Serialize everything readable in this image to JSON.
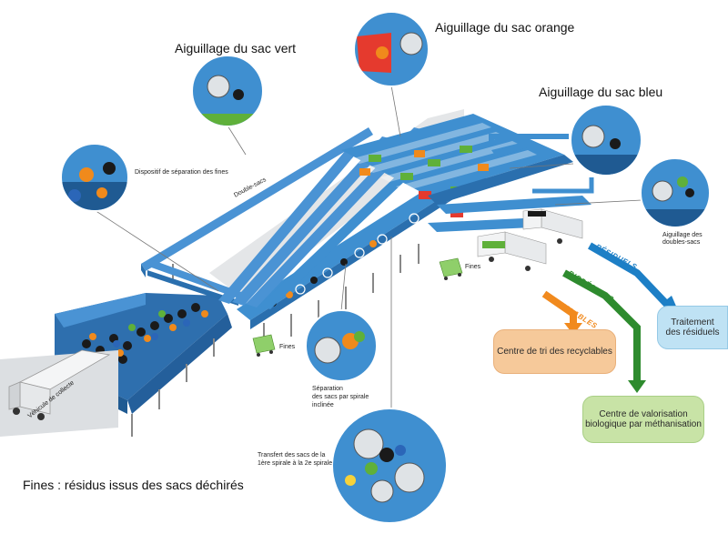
{
  "titles": {
    "green": "Aiguillage du sac vert",
    "orange": "Aiguillage du sac orange",
    "blue": "Aiguillage du sac bleu"
  },
  "labels": {
    "separation_fines": "Dispositif de séparation des fines",
    "double_sacs": "Double-sacs",
    "aiguillage_double_line1": "Aiguillage des",
    "aiguillage_double_line2": "doubles-sacs",
    "fines_right": "Fines",
    "fines_left": "Fines",
    "vehicle": "Véhicule de collecte",
    "separation_spirale_line1": "Séparation",
    "separation_spirale_line2": "des sacs par spirale",
    "separation_spirale_line3": "inclinée",
    "transfert_line1": "Transfert des sacs de la",
    "transfert_line2": "1ère spirale à la 2e spirale",
    "footnote": "Fines : résidus issus des sacs déchirés"
  },
  "streams": {
    "residuels": "RÉSIDUELS",
    "biodechets": "BIODÉCHETS",
    "recyclables": "RECYCLABLES"
  },
  "destinations": {
    "recyclables": "Centre de tri des recyclables",
    "biologique_line1": "Centre de valorisation",
    "biologique_line2": "biologique par méthanisation",
    "residus_line1": "Traitement",
    "residus_line2": "des résiduels"
  },
  "colors": {
    "belt_blue": "#3f8fd0",
    "belt_dark": "#2a6fae",
    "orange_box": "#f6c99a",
    "green_box": "#c8e3a6",
    "blue_box": "#bfe2f4",
    "arrow_blue": "#1d7fc6",
    "arrow_green": "#2e8b2e",
    "arrow_orange": "#f18a1e",
    "bag_green": "#5fb03a",
    "bag_orange": "#f08a1c",
    "bag_blue": "#2b66b8"
  }
}
